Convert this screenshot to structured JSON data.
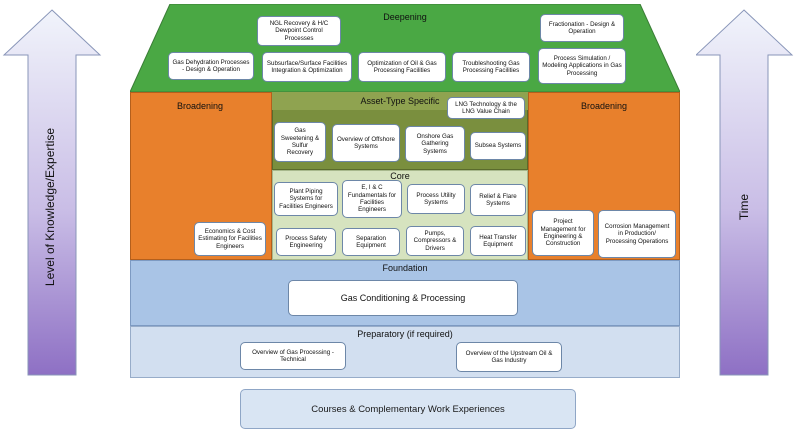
{
  "left_arrow_label": "Level of Knowledge/Expertise",
  "right_arrow_label": "Time",
  "zones": {
    "deepening": "Deepening",
    "broadening_left": "Broadening",
    "broadening_right": "Broadening",
    "asset_type_specific": "Asset-Type Specific",
    "core": "Core",
    "foundation": "Foundation",
    "preparatory": "Preparatory (if required)"
  },
  "deepening_courses": {
    "ngl_recovery": "NGL Recovery & H/C Dewpoint Control Processes",
    "fractionation": "Fractionation - Design & Operation",
    "gas_dehydration": "Gas Dehydration Processes - Design & Operation",
    "subsurface_integration": "Subsurface/Surface Facilities Integration & Optimization",
    "optimization": "Optimization of Oil & Gas Processing Facilities",
    "troubleshooting": "Troubleshooting Gas Processing Facilities",
    "process_simulation": "Process Simulation / Modeling Applications in Gas Processing"
  },
  "asset_courses": {
    "lng": "LNG Technology & the LNG Value Chain",
    "gas_sweetening": "Gas Sweetening & Sulfur Recovery",
    "offshore": "Overview of Offshore Systems",
    "onshore": "Onshore Gas Gathering Systems",
    "subsea": "Subsea Systems"
  },
  "core_courses": {
    "plant_piping": "Plant Piping Systems for Facilities Engineers",
    "eic": "E, I & C Fundamentals for Facilities Engineers",
    "process_utility": "Process Utility Systems",
    "relief_flare": "Relief & Flare Systems",
    "process_safety": "Process Safety Engineering",
    "separation": "Separation Equipment",
    "pumps": "Pumps, Compressors & Drivers",
    "heat_transfer": "Heat Transfer Equipment"
  },
  "broadening_courses": {
    "economics": "Economics & Cost Estimating for Facilities Engineers",
    "project_mgmt": "Project Management for Engineering & Construction",
    "corrosion": "Corrosion Management in Production/ Processing Operations"
  },
  "foundation_course": "Gas Conditioning & Processing",
  "preparatory_courses": {
    "overview_gas_processing": "Overview of Gas Processing - Technical",
    "overview_upstream": "Overview of the Upstream Oil & Gas Industry"
  },
  "bottom_label": "Courses & Complementary Work Experiences",
  "colors": {
    "deepening": "#4aa844",
    "broadening": "#e8802c",
    "asset_type": "#7a8f3e",
    "core": "#d6e3bf",
    "foundation": "#a9c4e6",
    "preparatory": "#d2dff0",
    "arrow": "#b4a2d8"
  }
}
